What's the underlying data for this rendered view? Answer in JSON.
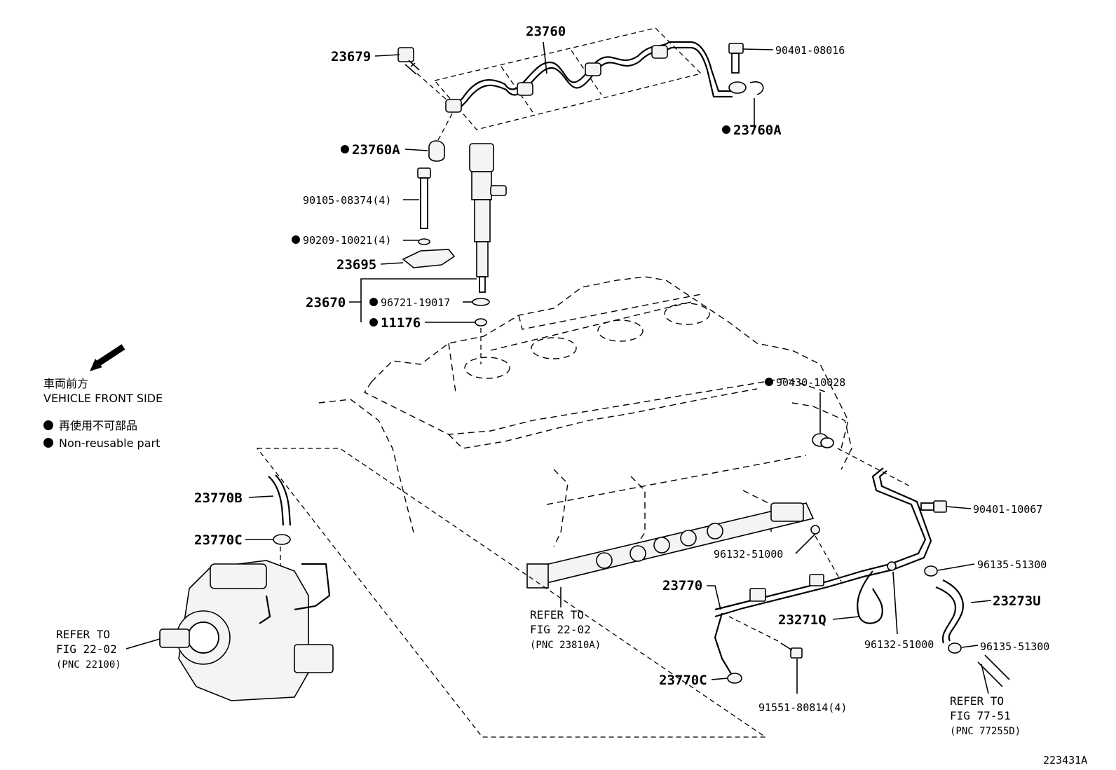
{
  "legend": {
    "front_jp": "車両前方",
    "front_en": "VEHICLE FRONT SIDE",
    "nonreuse_jp": "再使用不可部品",
    "nonreuse_en": "Non-reusable part"
  },
  "labels": {
    "p23760": "23760",
    "p23679": "23679",
    "p90401_08016": "90401-08016",
    "p23760A_right": "23760A",
    "p23760A_left": "23760A",
    "p90105": "90105-08374(4)",
    "p90209": "90209-10021(4)",
    "p23695": "23695",
    "p23670": "23670",
    "p96721": "96721-19017",
    "p11176": "11176",
    "p90430": "90430-10028",
    "p90401_10067": "90401-10067",
    "p96132_top": "96132-51000",
    "p96135_top": "96135-51300",
    "p23770": "23770",
    "p23273U": "23273U",
    "p23271Q": "23271Q",
    "p96132_bottom": "96132-51000",
    "p96135_bottom": "96135-51300",
    "p23770B": "23770B",
    "p23770C_top": "23770C",
    "p23770C_bottom": "23770C",
    "p91551": "91551-80814(4)"
  },
  "refs": {
    "pump": {
      "line1": "REFER TO",
      "line2": "FIG 22-02",
      "line3": "(PNC 22100)"
    },
    "rail": {
      "line1": "REFER TO",
      "line2": "FIG 22-02",
      "line3": "(PNC 23810A)"
    },
    "hose": {
      "line1": "REFER TO",
      "line2": "FIG 77-51",
      "line3": "(PNC 77255D)"
    }
  },
  "figure_id": "223431A"
}
